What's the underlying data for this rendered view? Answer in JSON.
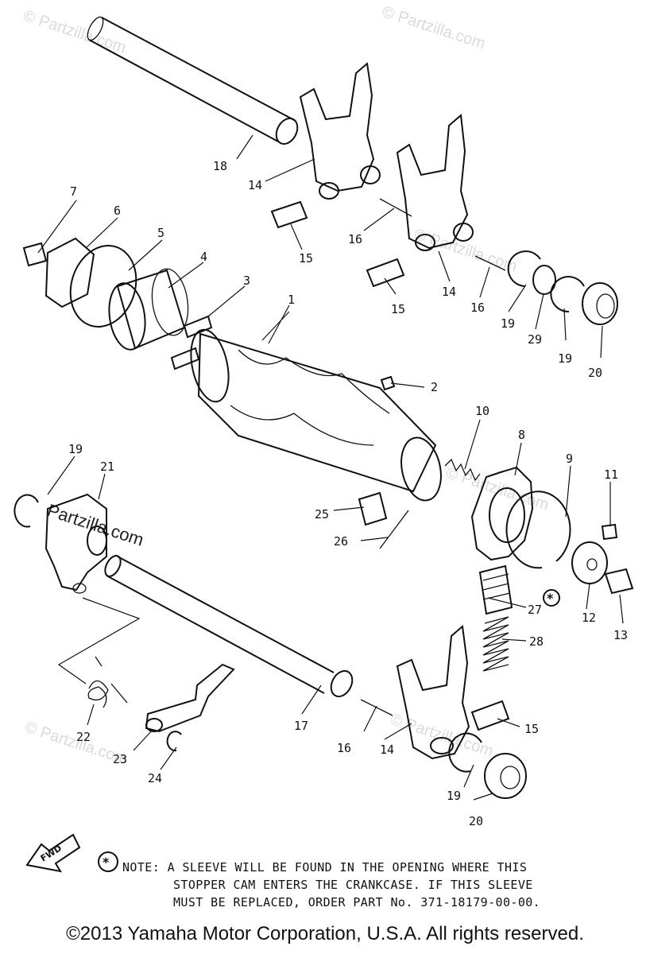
{
  "callouts": [
    "1",
    "2",
    "3",
    "4",
    "5",
    "6",
    "7",
    "8",
    "9",
    "10",
    "11",
    "12",
    "13",
    "14",
    "15",
    "16",
    "17",
    "18",
    "19",
    "20",
    "21",
    "22",
    "23",
    "24",
    "25",
    "26",
    "27",
    "28",
    "29"
  ],
  "watermark": {
    "text": "© Partzilla.com",
    "inline_text": "Partzilla.com"
  },
  "forward_arrow": "FWD",
  "note": {
    "symbol": "*",
    "line1": "NOTE: A SLEEVE WILL BE FOUND IN THE OPENING WHERE THIS",
    "line2": "STOPPER CAM ENTERS THE CRANKCASE. IF THIS SLEEVE",
    "line3": "MUST BE REPLACED, ORDER PART No. 371-18179-00-00."
  },
  "copyright": "©2013 Yamaha Motor Corporation, U.S.A. All rights reserved."
}
